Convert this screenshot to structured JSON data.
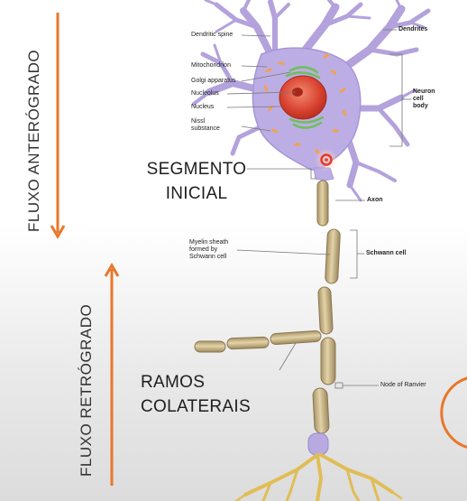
{
  "side_labels": {
    "anterograde": "FLUXO ANTERÓGRADO",
    "retrograde": "FLUXO RETRÓGRADO"
  },
  "annotations": {
    "segment_line1": "SEGMENTO",
    "segment_line2": "INICIAL",
    "branches_line1": "RAMOS",
    "branches_line2": "COLATERAIS"
  },
  "neuron_labels": {
    "dendritic_spine": "Dendritic spine",
    "dendrites": "Dendrites",
    "mitochondrion": "Mitochondrion",
    "golgi": "Golgi apparatus",
    "nucleolus": "Nucleolus",
    "nucleus": "Nucleus",
    "nissl_1": "Nissl",
    "nissl_2": "substance",
    "cell_body_1": "Neuron",
    "cell_body_2": "cell",
    "cell_body_3": "body",
    "axon": "Axon",
    "myelin_1": "Myelin sheath",
    "myelin_2": "formed by",
    "myelin_3": "Schwann cell",
    "schwann": "Schwann cell",
    "ranvier": "Node of Ranvier"
  },
  "colors": {
    "arrow": "#e8772a",
    "soma": "#b9a9e0",
    "nucleus": "#e04a3a",
    "myelin": "#cdb98a",
    "terminal": "#e6c25a",
    "marker": "#e53a25"
  }
}
